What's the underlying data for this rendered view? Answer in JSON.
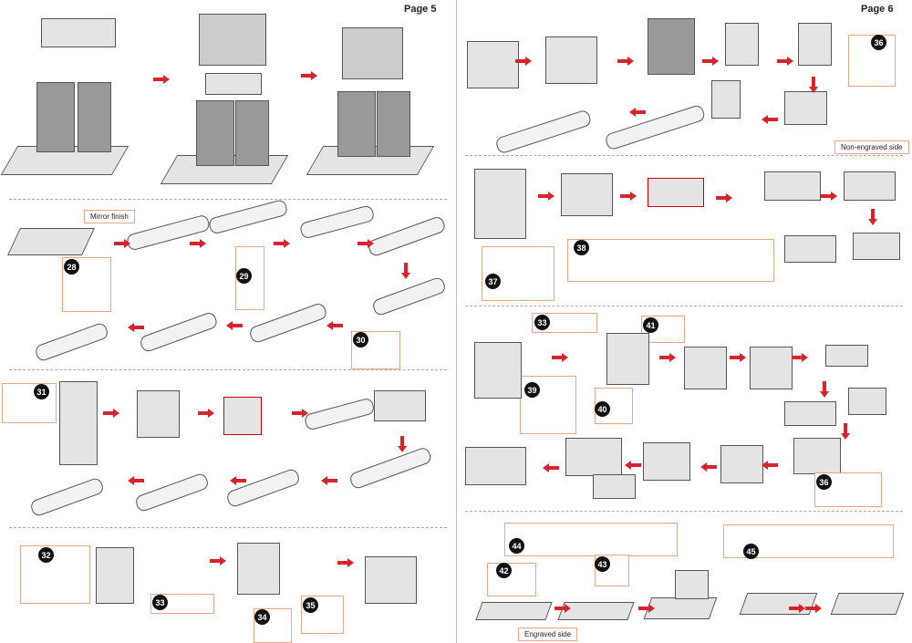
{
  "pages": [
    {
      "title": "Page 5"
    },
    {
      "title": "Page 6"
    }
  ],
  "labels": {
    "mirror_finish": "Mirror finish",
    "non_engraved_side": "Non-engraved side",
    "engraved_side": "Engraved side"
  },
  "steps": {
    "s28": "28",
    "s29": "29",
    "s30": "30",
    "s31": "31",
    "s32": "32",
    "s33a": "33",
    "s34": "34",
    "s35": "35",
    "s36a": "36",
    "s37": "37",
    "s38": "38",
    "s33b": "33",
    "s41": "41",
    "s39": "39",
    "s40": "40",
    "s36b": "36",
    "s44": "44",
    "s45": "45",
    "s42": "42",
    "s43": "43"
  },
  "colors": {
    "arrow": "#d9232a",
    "callout_border": "#e6a88a",
    "badge": "#111111"
  }
}
